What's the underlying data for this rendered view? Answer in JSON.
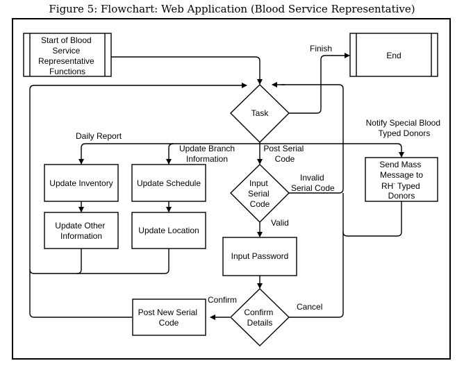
{
  "caption": "Figure 5: Flowchart: Web Application (Blood Service Representative)",
  "nodes": {
    "start": [
      "Start of Blood",
      "Service",
      "Representative",
      "Functions"
    ],
    "end": [
      "End"
    ],
    "task": [
      "Task"
    ],
    "update_inventory": [
      "Update Inventory"
    ],
    "update_schedule": [
      "Update Schedule"
    ],
    "update_other_information": [
      "Update Other",
      "Information"
    ],
    "update_location": [
      "Update Location"
    ],
    "input_serial_code": [
      "Input",
      "Serial",
      "Code"
    ],
    "input_password": [
      "Input Password"
    ],
    "confirm_details": [
      "Confirm",
      "Details"
    ],
    "post_new_serial_code": [
      "Post New Serial",
      "Code"
    ],
    "send_mass_message": [
      "Send Mass",
      "Message to",
      "RH",
      "Typed",
      "Donors"
    ]
  },
  "superscript_minus": "-",
  "edges": {
    "finish": "Finish",
    "daily_report": "Daily Report",
    "update_branch_information": [
      "Update Branch",
      "Information"
    ],
    "post_serial_code": [
      "Post Serial",
      "Code"
    ],
    "notify_special_blood": [
      "Notify Special Blood",
      "Typed Donors"
    ],
    "invalid_serial_code": [
      "Invalid",
      "Serial Code"
    ],
    "valid": "Valid",
    "confirm": "Confirm",
    "cancel": "Cancel"
  }
}
